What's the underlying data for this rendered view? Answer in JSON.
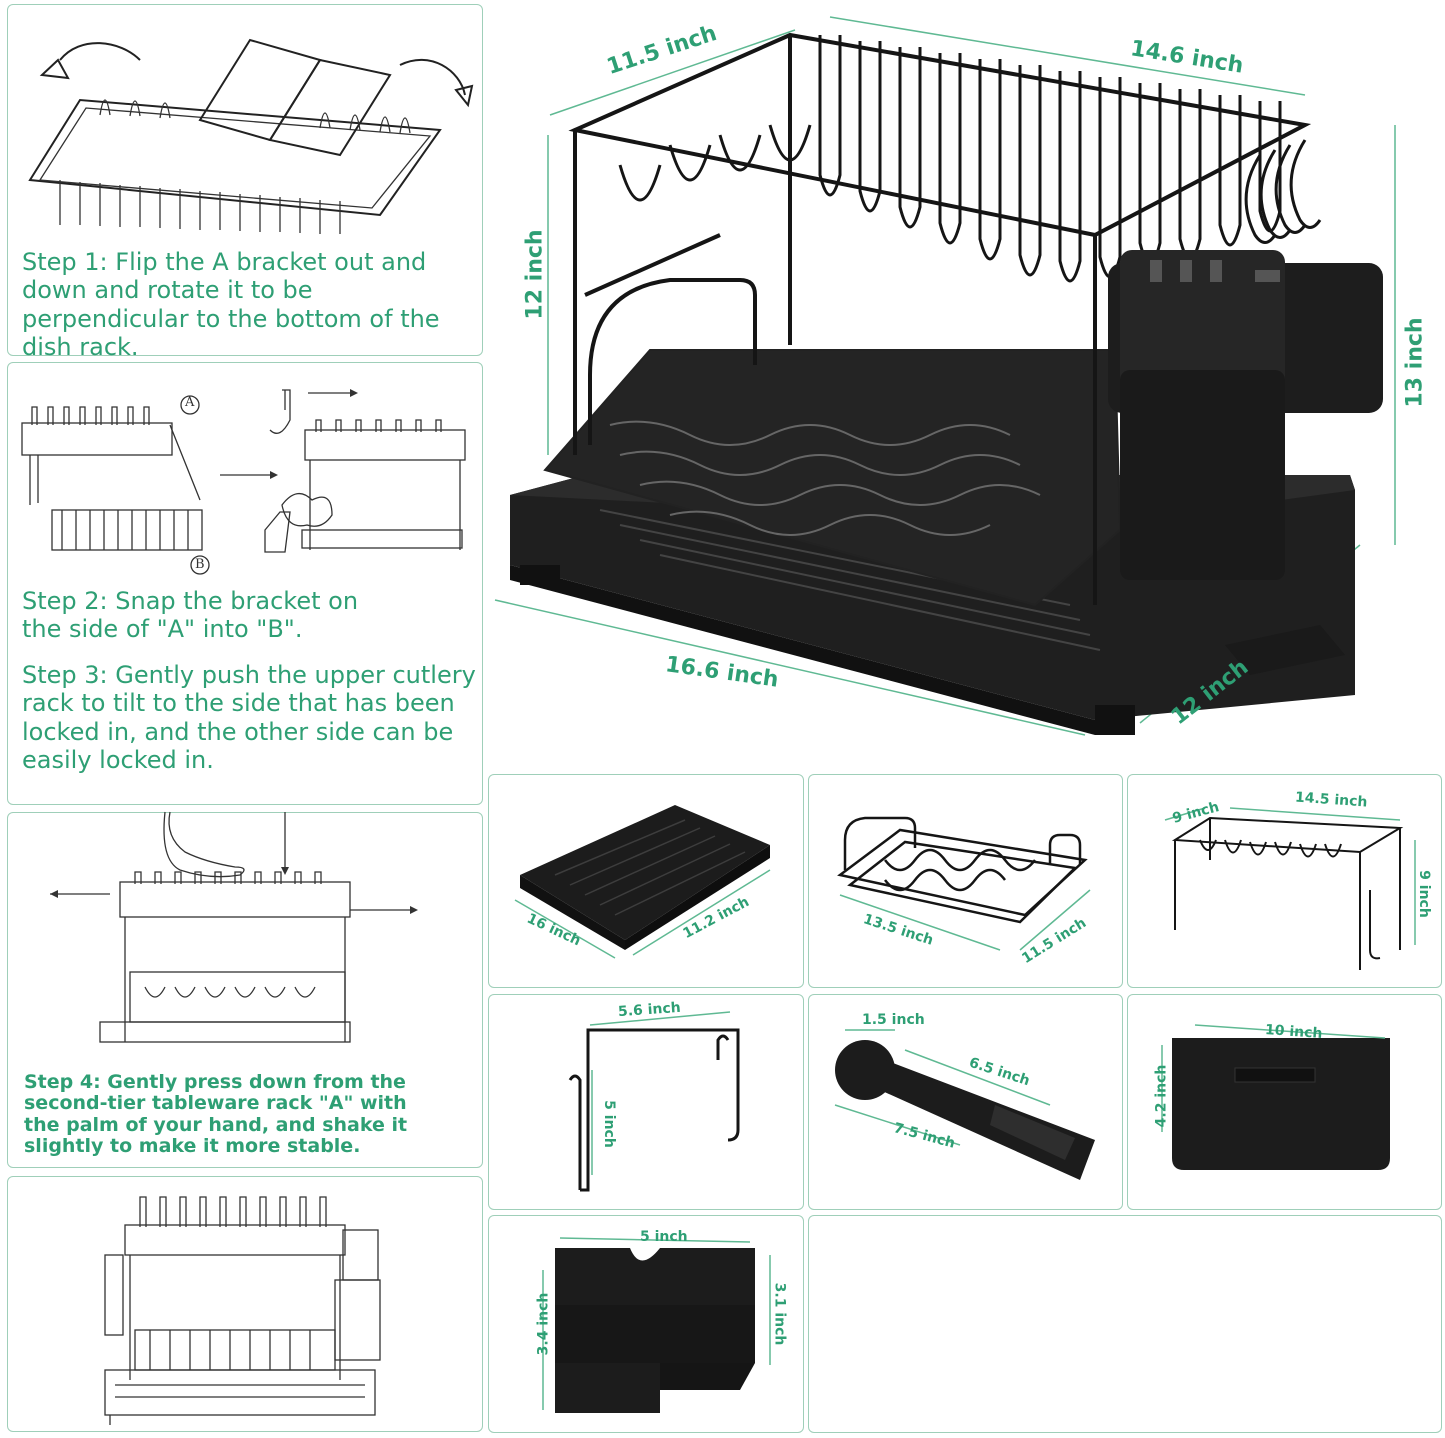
{
  "steps": {
    "step1": "Step 1: Flip the A bracket out and down and rotate it to be perpendicular to the bottom of the dish rack.",
    "step2": "Step 2: Snap the bracket on the side of \"A\" into \"B\".",
    "step3": "Step 3: Gently push the upper cutlery rack to tilt to the side that has been locked in, and the other side can be easily locked in.",
    "step4": "Step 4: Gently press down from the second-tier tableware rack \"A\" with the palm of your hand, and shake it slightly to make it more stable."
  },
  "diagram_labels": {
    "a": "A",
    "b": "B"
  },
  "main_dims": {
    "top_depth": "11.5 inch",
    "top_width": "14.6 inch",
    "left_height": "12 inch",
    "right_height": "13 inch",
    "base_width": "16.6 inch",
    "base_depth": "12 inch"
  },
  "parts": {
    "tray": {
      "w": "16 inch",
      "d": "11.2 inch"
    },
    "lower_rack": {
      "w": "13.5 inch",
      "d": "11.5 inch"
    },
    "upper_rack": {
      "w": "14.5 inch",
      "d": "9 inch",
      "h": "9 inch"
    },
    "hook": {
      "w": "5.6 inch",
      "h": "5 inch"
    },
    "spout": {
      "top": "1.5 inch",
      "mid": "6.5 inch",
      "len": "7.5 inch"
    },
    "cup": {
      "w": "10 inch",
      "h": "4.2 inch"
    },
    "knife_block": {
      "w": "5 inch",
      "h_left": "3.4 inch",
      "h_right": "3.1 inch"
    }
  },
  "colors": {
    "accent": "#2e9f74",
    "border": "#9fcfb9",
    "product": "#1b1b1b"
  }
}
